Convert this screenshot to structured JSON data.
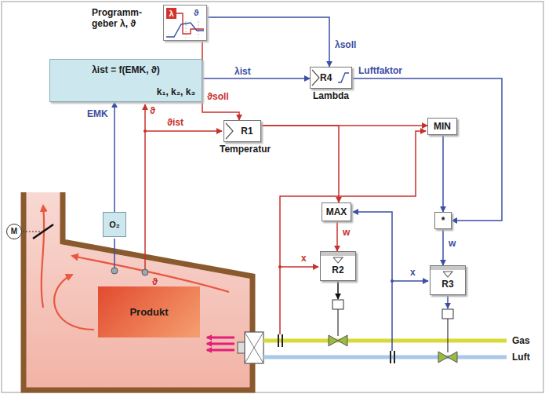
{
  "diagram": {
    "nodes": [
      {
        "text": [
          "Programm- geber λ, ϑ",
          "λ",
          "ϑ"
        ]
      },
      {
        "text": [
          "λist = f(EMK, ϑ)",
          "k₁, k₂, k₃"
        ]
      },
      {
        "text": [
          "R4",
          "Lambda"
        ]
      },
      {
        "text": [
          "R1",
          "Temperatur"
        ]
      },
      {
        "text": [
          "MIN"
        ]
      },
      {
        "text": [
          "MAX"
        ]
      },
      {
        "text": [
          "*"
        ]
      },
      {
        "text": [
          "R2"
        ]
      },
      {
        "text": [
          "R3"
        ]
      },
      {
        "text": [
          "O₂"
        ]
      },
      {
        "text": [
          "Produkt"
        ]
      },
      {
        "text": [
          "M"
        ]
      }
    ],
    "edges": [
      {
        "from": 0,
        "to": 2,
        "arrow": "to",
        "label": "λsoll"
      },
      {
        "from": 0,
        "to": 3,
        "arrow": "to",
        "label": "ϑsoll"
      },
      {
        "from": 1,
        "to": 2,
        "arrow": "to",
        "label": "λist"
      },
      {
        "from": 9,
        "to": 1,
        "arrow": "to",
        "label": "EMK"
      },
      {
        "from": 3,
        "to": 4,
        "arrow": "to"
      },
      {
        "from": 3,
        "to": 5,
        "arrow": "to"
      },
      {
        "from": 2,
        "to": 6,
        "arrow": "to",
        "label": "Luftfaktor"
      },
      {
        "from": 4,
        "to": 6,
        "arrow": "to"
      },
      {
        "from": 5,
        "to": 7,
        "arrow": "to",
        "label": "w"
      },
      {
        "from": 6,
        "to": 8,
        "arrow": "to",
        "label": "w"
      }
    ],
    "labels": [
      "ϑ",
      "ϑist",
      "ϑ",
      "x",
      "x",
      "Gas",
      "Luft"
    ]
  }
}
